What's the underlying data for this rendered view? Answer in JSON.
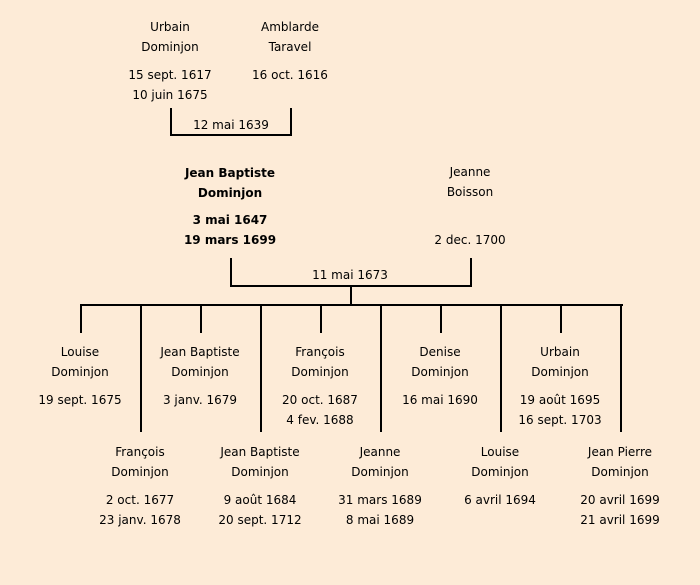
{
  "grandparents": [
    {
      "first": "Urbain",
      "last": "Dominjon",
      "dates": [
        "15 sept. 1617",
        "10 juin 1675"
      ]
    },
    {
      "first": "Amblarde",
      "last": "Taravel",
      "dates": [
        "16 oct. 1616"
      ]
    }
  ],
  "grandparents_marriage": "12 mai 1639",
  "parents": [
    {
      "first": "Jean Baptiste",
      "last": "Dominjon",
      "dates": [
        "3 mai 1647",
        "19 mars 1699"
      ]
    },
    {
      "first": "Jeanne",
      "last": "Boisson",
      "dates": [
        "2 dec. 1700"
      ]
    }
  ],
  "parents_marriage": "11 mai 1673",
  "children": [
    {
      "first": "Louise",
      "last": "Dominjon",
      "dates": [
        "19 sept. 1675"
      ]
    },
    {
      "first": "François",
      "last": "Dominjon",
      "dates": [
        "2 oct. 1677",
        "23 janv. 1678"
      ]
    },
    {
      "first": "Jean Baptiste",
      "last": "Dominjon",
      "dates": [
        "3 janv. 1679"
      ]
    },
    {
      "first": "Jean Baptiste",
      "last": "Dominjon",
      "dates": [
        "9 août 1684",
        "20 sept. 1712"
      ]
    },
    {
      "first": "François",
      "last": "Dominjon",
      "dates": [
        "20 oct. 1687",
        "4 fev. 1688"
      ]
    },
    {
      "first": "Jeanne",
      "last": "Dominjon",
      "dates": [
        "31 mars 1689",
        "8 mai 1689"
      ]
    },
    {
      "first": "Denise",
      "last": "Dominjon",
      "dates": [
        "16 mai 1690"
      ]
    },
    {
      "first": "Louise",
      "last": "Dominjon",
      "dates": [
        "6 avril 1694"
      ]
    },
    {
      "first": "Urbain",
      "last": "Dominjon",
      "dates": [
        "19 août 1695",
        "16 sept. 1703"
      ]
    },
    {
      "first": "Jean Pierre",
      "last": "Dominjon",
      "dates": [
        "20 avril 1699",
        "21 avril 1699"
      ]
    }
  ]
}
